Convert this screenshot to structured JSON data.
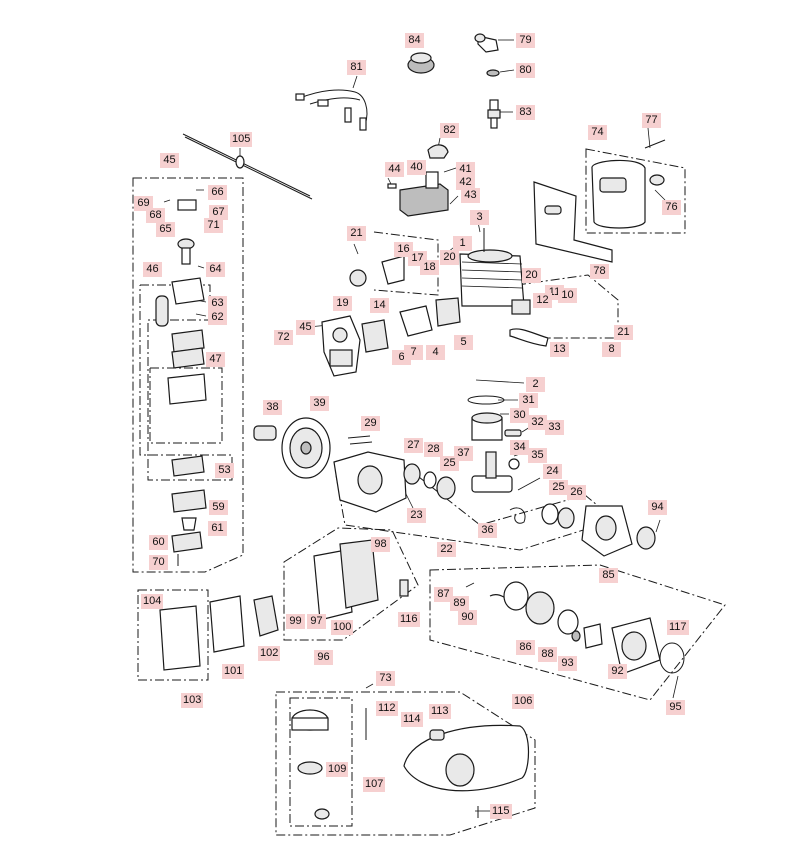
{
  "callouts": [
    "1",
    "2",
    "3",
    "4",
    "5",
    "6",
    "7",
    "8",
    "10",
    "11",
    "12",
    "13",
    "14",
    "16",
    "17",
    "18",
    "19",
    "20",
    "21",
    "22",
    "23",
    "24",
    "25",
    "26",
    "27",
    "28",
    "29",
    "30",
    "31",
    "32",
    "33",
    "34",
    "35",
    "36",
    "37",
    "38",
    "39",
    "40",
    "41",
    "42",
    "43",
    "44",
    "45",
    "46",
    "47",
    "53",
    "59",
    "60",
    "61",
    "62",
    "63",
    "64",
    "65",
    "66",
    "67",
    "68",
    "69",
    "70",
    "71",
    "72",
    "73",
    "74",
    "76",
    "77",
    "78",
    "79",
    "80",
    "81",
    "82",
    "83",
    "84",
    "85",
    "86",
    "87",
    "88",
    "89",
    "90",
    "92",
    "93",
    "94",
    "95",
    "96",
    "97",
    "98",
    "99",
    "100",
    "101",
    "102",
    "103",
    "104",
    "105",
    "106",
    "107",
    "109",
    "112",
    "113",
    "114",
    "115",
    "116",
    "117"
  ],
  "colors": {
    "callout_bg": "#f6d0d0",
    "line": "#1a1a1a"
  }
}
